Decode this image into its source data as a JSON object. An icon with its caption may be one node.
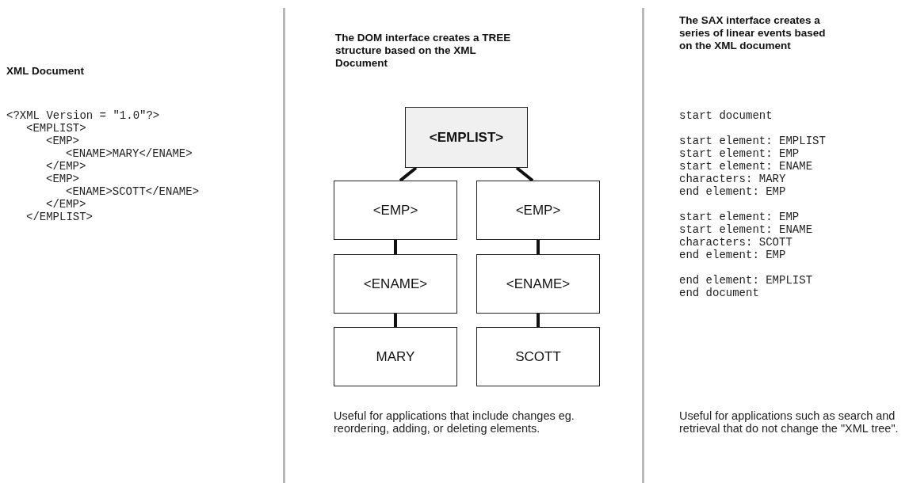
{
  "diagram": {
    "nodes": [
      {
        "text": [
          "<EMPLIST>"
        ]
      },
      {
        "text": [
          "<EMP>"
        ]
      },
      {
        "text": [
          "<EMP>"
        ]
      },
      {
        "text": [
          "<ENAME>"
        ]
      },
      {
        "text": [
          "<ENAME>"
        ]
      },
      {
        "text": [
          "MARY"
        ]
      },
      {
        "text": [
          "SCOTT"
        ]
      }
    ],
    "edges": [
      {
        "from": 0,
        "to": 1,
        "arrow": "none"
      },
      {
        "from": 0,
        "to": 2,
        "arrow": "none"
      },
      {
        "from": 1,
        "to": 3,
        "arrow": "none"
      },
      {
        "from": 2,
        "to": 4,
        "arrow": "none"
      },
      {
        "from": 3,
        "to": 5,
        "arrow": "none"
      },
      {
        "from": 4,
        "to": 6,
        "arrow": "none"
      }
    ],
    "labels": [
      "XML Document",
      "<?XML Version = \"1.0\"?>",
      "<EMPLIST>",
      "<EMP>",
      "<ENAME>MARY</ENAME>",
      "</EMP>",
      "<EMP>",
      "<ENAME>SCOTT</ENAME>",
      "</EMP>",
      "</EMPLIST>",
      "The DOM interface creates a TREE structure based on the XML Document",
      "Useful for applications that include changes eg. reordering, adding, or deleting elements.",
      "The SAX interface creates a series of linear events based on the XML document",
      "start document",
      "start element: EMPLIST",
      "start element: EMP",
      "start element: ENAME",
      "characters: MARY",
      "end element: EMP",
      "start element: EMP",
      "start element: ENAME",
      "characters: SCOTT",
      "end element: EMP",
      "end element: EMPLIST",
      "end document",
      "Useful for applications such as search and retrieval that do not change the \"XML tree\"."
    ]
  }
}
